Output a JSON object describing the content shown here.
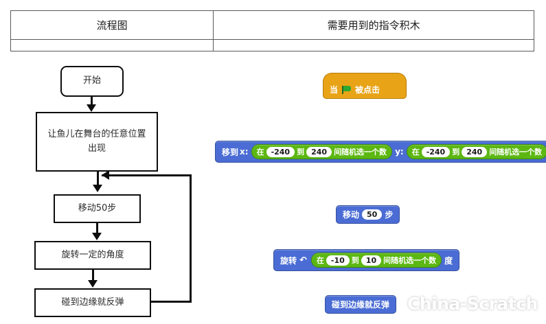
{
  "table": {
    "headers": [
      "流程图",
      "需要用到的指令积木"
    ],
    "empty_row": [
      "",
      ""
    ]
  },
  "flowchart": {
    "nodes": [
      {
        "id": "start",
        "label": "开始",
        "shape": "rounded"
      },
      {
        "id": "spawn",
        "label": "让鱼儿在舞台的任意位置出现",
        "shape": "rect"
      },
      {
        "id": "move",
        "label": "移动50步",
        "shape": "rect"
      },
      {
        "id": "turn",
        "label": "旋转一定的角度",
        "shape": "rect"
      },
      {
        "id": "bounce",
        "label": "碰到边缘就反弹",
        "shape": "rect"
      }
    ],
    "loop_from": "bounce",
    "loop_to": "move"
  },
  "blocks": {
    "hat": {
      "pre": "当",
      "post": "被点击",
      "icon": "green-flag-icon",
      "color": "#e8a317"
    },
    "goto": {
      "prefix": "移到",
      "x_label": "x:",
      "y_label": "y:",
      "op_pre": "在",
      "op_mid": "到",
      "op_post": "间随机选一个数",
      "x_min": "-240",
      "x_max": "240",
      "y_min": "-240",
      "y_max": "240",
      "color": "#4a6cd4",
      "op_color": "#5cb712"
    },
    "move": {
      "prefix": "移动",
      "value": "50",
      "suffix": "步",
      "color": "#4a6cd4"
    },
    "turn": {
      "prefix": "旋转",
      "icon": "turn-right-icon",
      "op_pre": "在",
      "op_mid": "到",
      "op_post": "间随机选一个数",
      "min": "-10",
      "max": "10",
      "suffix": "度",
      "color": "#4a6cd4",
      "op_color": "#5cb712"
    },
    "bounce": {
      "label": "碰到边缘就反弹",
      "color": "#4a6cd4"
    }
  },
  "watermark": {
    "text": "China-Scratch"
  }
}
